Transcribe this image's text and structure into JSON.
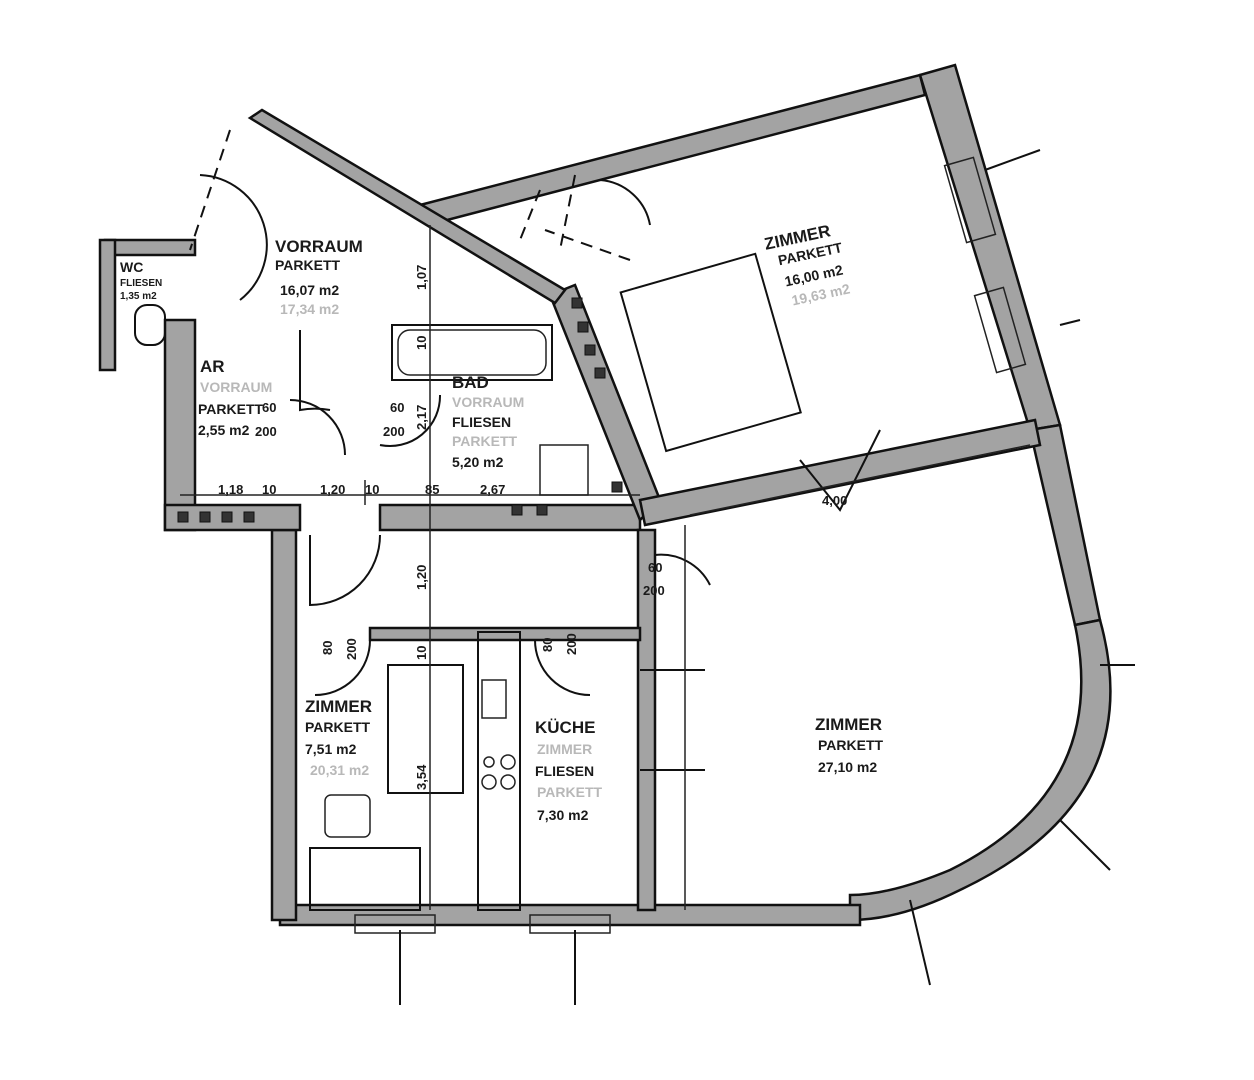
{
  "plan": {
    "rooms": {
      "wc": {
        "name": "WC",
        "floor": "FLIESEN",
        "area": "1,35 m2"
      },
      "vorraum": {
        "name": "VORRAUM",
        "floor": "PARKETT",
        "area": "16,07 m2",
        "old_area": "17,34 m2"
      },
      "ar": {
        "name": "AR",
        "old_name": "VORRAUM",
        "floor": "PARKETT",
        "area": "2,55 m2"
      },
      "bad": {
        "name": "BAD",
        "old_name": "VORRAUM",
        "floor": "FLIESEN",
        "old_floor": "PARKETT",
        "area": "5,20 m2"
      },
      "zimmer_top": {
        "name": "ZIMMER",
        "floor": "PARKETT",
        "area": "16,00 m2",
        "old_area": "19,63 m2"
      },
      "zimmer_small": {
        "name": "ZIMMER",
        "floor": "PARKETT",
        "area": "7,51 m2",
        "old_area": "20,31 m2"
      },
      "kueche": {
        "name": "KÜCHE",
        "old_name": "ZIMMER",
        "floor": "FLIESEN",
        "old_floor": "PARKETT",
        "area": "7,30 m2"
      },
      "zimmer_large": {
        "name": "ZIMMER",
        "floor": "PARKETT",
        "area": "27,10 m2"
      }
    },
    "dimensions": {
      "d_118": "1,18",
      "d_10a": "10",
      "d_120": "1,20",
      "d_10b": "10",
      "d_85": "85",
      "d_267": "2,67",
      "d_107": "1,07",
      "d_217": "2,17",
      "d_400": "4,00",
      "d_120v": "1,20",
      "d_354": "3,54",
      "d_10c": "10",
      "d_10d": "10",
      "door_w": "60",
      "door_w2": "80",
      "door_h": "200"
    }
  }
}
